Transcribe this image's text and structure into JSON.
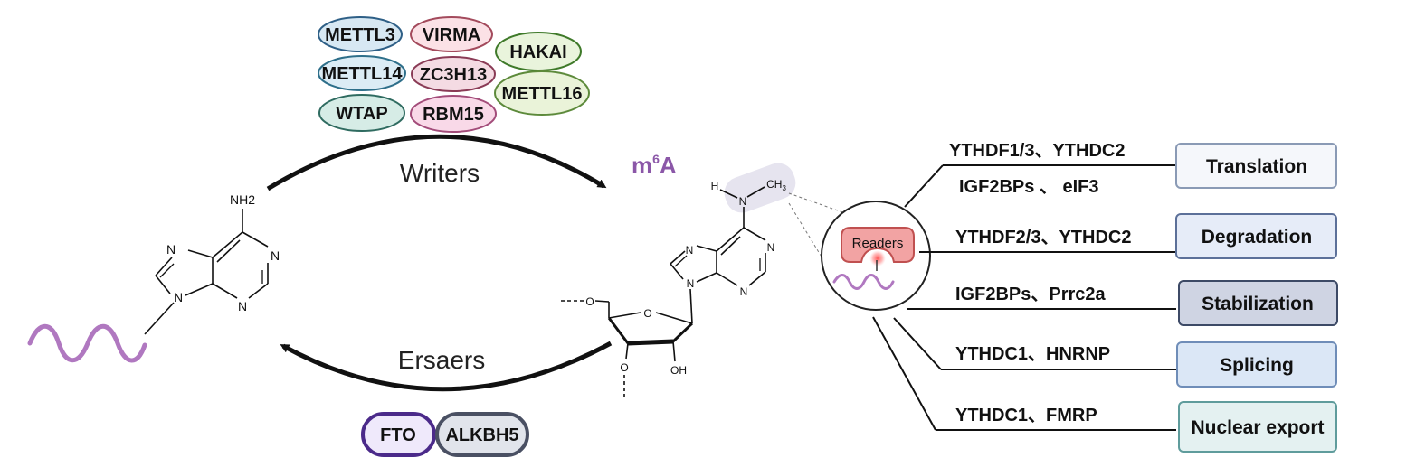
{
  "writers": {
    "label": "Writers",
    "proteins": [
      "METTL3",
      "VIRMA",
      "HAKAI",
      "METTL14",
      "ZC3H13",
      "METTL16",
      "WTAP",
      "RBM15"
    ]
  },
  "erasers": {
    "label": "Ersaers",
    "proteins": [
      "FTO",
      "ALKBH5"
    ]
  },
  "m6a": {
    "m": "m",
    "sup": "6",
    "a": "A"
  },
  "adenine_left": {
    "nh2": "NH2",
    "n1": "N",
    "n2": "N",
    "n3": "N",
    "n4": "N"
  },
  "m6a_molecule": {
    "h": "H",
    "n_methyl": "N",
    "ch": "CH",
    "ch_sub": "3",
    "n1": "N",
    "n2": "N",
    "n3": "N",
    "n4": "N",
    "o_ring": "O",
    "o_5": "O",
    "o_3": "O",
    "oh": "OH"
  },
  "readers": {
    "label": "Readers",
    "rows": [
      {
        "readers": "YTHDF1/3、YTHDC2",
        "readers2": "IGF2BPs 、 eIF3",
        "outcome": "Translation",
        "fill": "#f5f7fb",
        "stroke": "#8a9ab5"
      },
      {
        "readers": "YTHDF2/3、YTHDC2",
        "readers2": "",
        "outcome": "Degradation",
        "fill": "#e6ecf8",
        "stroke": "#5c7099"
      },
      {
        "readers": "IGF2BPs、Prrc2a",
        "readers2": "",
        "outcome": "Stabilization",
        "fill": "#cfd4e3",
        "stroke": "#3d4a66"
      },
      {
        "readers": "YTHDC1、HNRNP",
        "readers2": "",
        "outcome": "Splicing",
        "fill": "#dbe7f6",
        "stroke": "#6f8db8"
      },
      {
        "readers": "YTHDC1、FMRP",
        "readers2": "",
        "outcome": "Nuclear export",
        "fill": "#e4f1f1",
        "stroke": "#5f9c9c"
      }
    ]
  },
  "colors": {
    "purple_text": "#8b57a8",
    "rna_wave": "#b078c0",
    "readers_red": "#e88a8a",
    "highlight": "#e6e4ef"
  }
}
